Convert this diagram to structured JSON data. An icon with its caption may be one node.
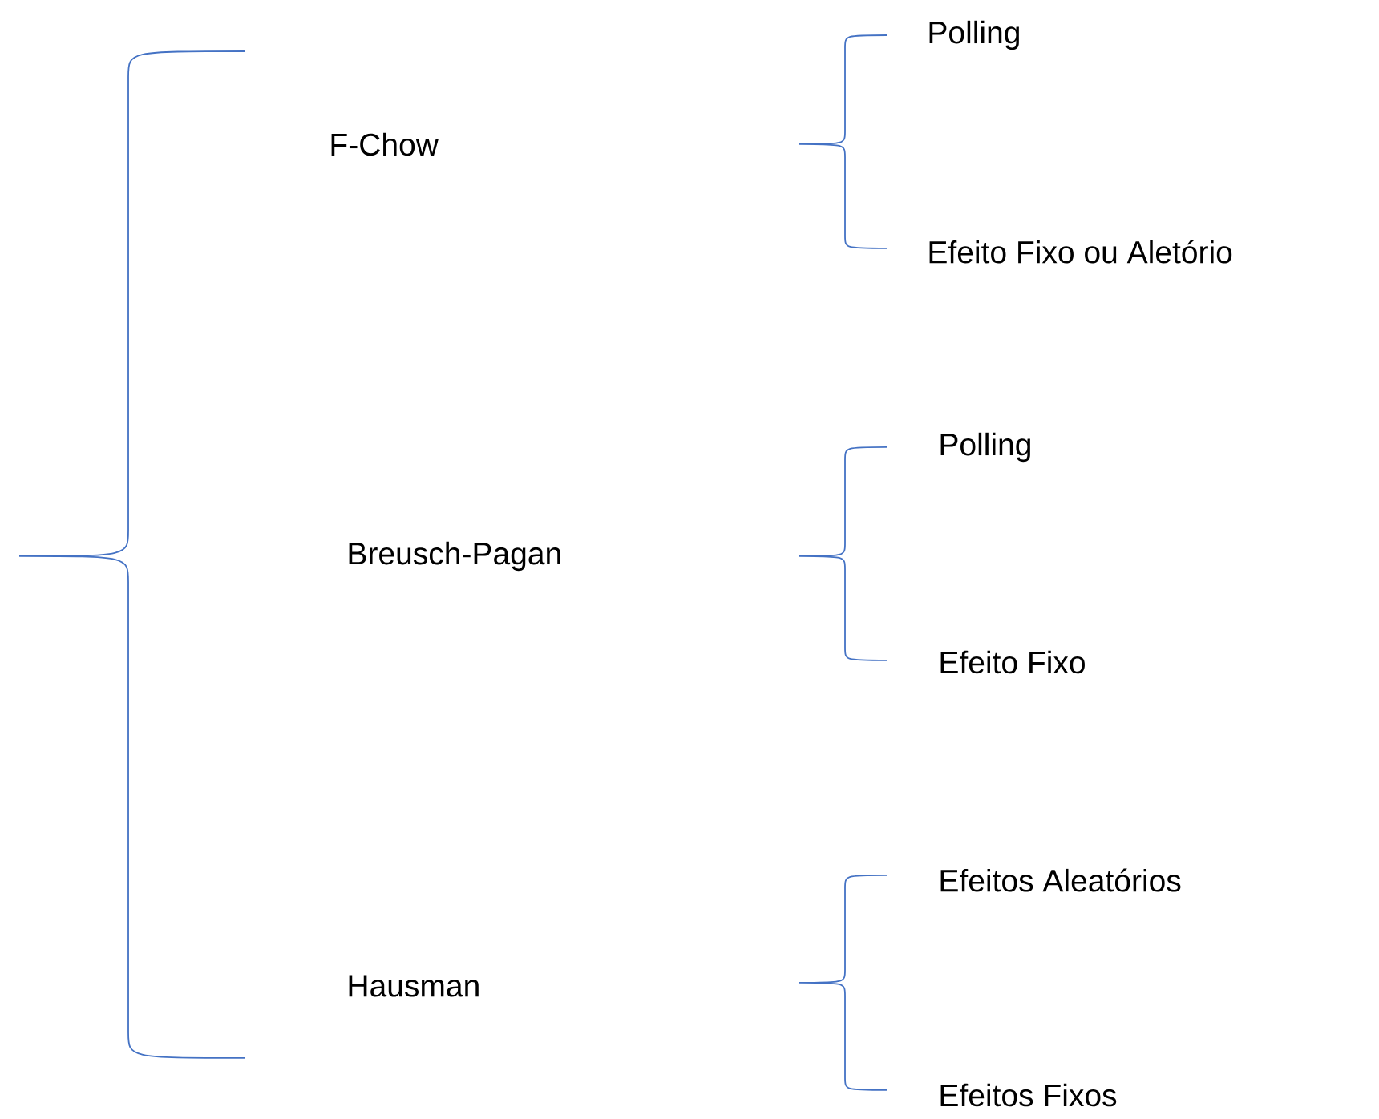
{
  "diagram": {
    "labels": [
      "Polling",
      "F-Chow",
      "Efeito Fixo ou Aletório",
      "Polling",
      "Breusch-Pagan",
      "Efeito Fixo",
      "Efeitos Aleatórios",
      "Hausman",
      "Efeitos Fixos"
    ]
  }
}
